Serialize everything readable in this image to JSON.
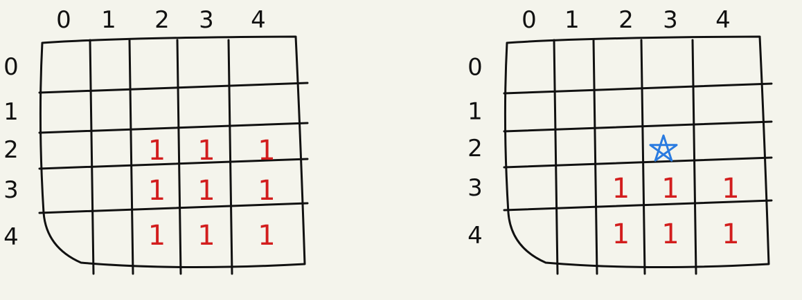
{
  "colors": {
    "background": "#f4f4ec",
    "ink": "#111111",
    "mark": "#d21d1d",
    "star": "#2a7be0"
  },
  "grids": [
    {
      "col_labels": [
        "0",
        "1",
        "2",
        "3",
        "4"
      ],
      "row_labels": [
        "0",
        "1",
        "2",
        "3",
        "4"
      ],
      "marks": [
        {
          "row": 2,
          "col": 2,
          "symbol": "1"
        },
        {
          "row": 2,
          "col": 3,
          "symbol": "1"
        },
        {
          "row": 2,
          "col": 4,
          "symbol": "1"
        },
        {
          "row": 3,
          "col": 2,
          "symbol": "1"
        },
        {
          "row": 3,
          "col": 3,
          "symbol": "1"
        },
        {
          "row": 3,
          "col": 4,
          "symbol": "1"
        },
        {
          "row": 4,
          "col": 2,
          "symbol": "1"
        },
        {
          "row": 4,
          "col": 3,
          "symbol": "1"
        },
        {
          "row": 4,
          "col": 4,
          "symbol": "1"
        }
      ],
      "star": null
    },
    {
      "col_labels": [
        "0",
        "1",
        "2",
        "3",
        "4"
      ],
      "row_labels": [
        "0",
        "1",
        "2",
        "3",
        "4"
      ],
      "marks": [
        {
          "row": 3,
          "col": 2,
          "symbol": "1"
        },
        {
          "row": 3,
          "col": 3,
          "symbol": "1"
        },
        {
          "row": 3,
          "col": 4,
          "symbol": "1"
        },
        {
          "row": 4,
          "col": 2,
          "symbol": "1"
        },
        {
          "row": 4,
          "col": 3,
          "symbol": "1"
        },
        {
          "row": 4,
          "col": 4,
          "symbol": "1"
        }
      ],
      "star": {
        "row": 2,
        "col": 3,
        "icon": "star-icon"
      }
    }
  ]
}
